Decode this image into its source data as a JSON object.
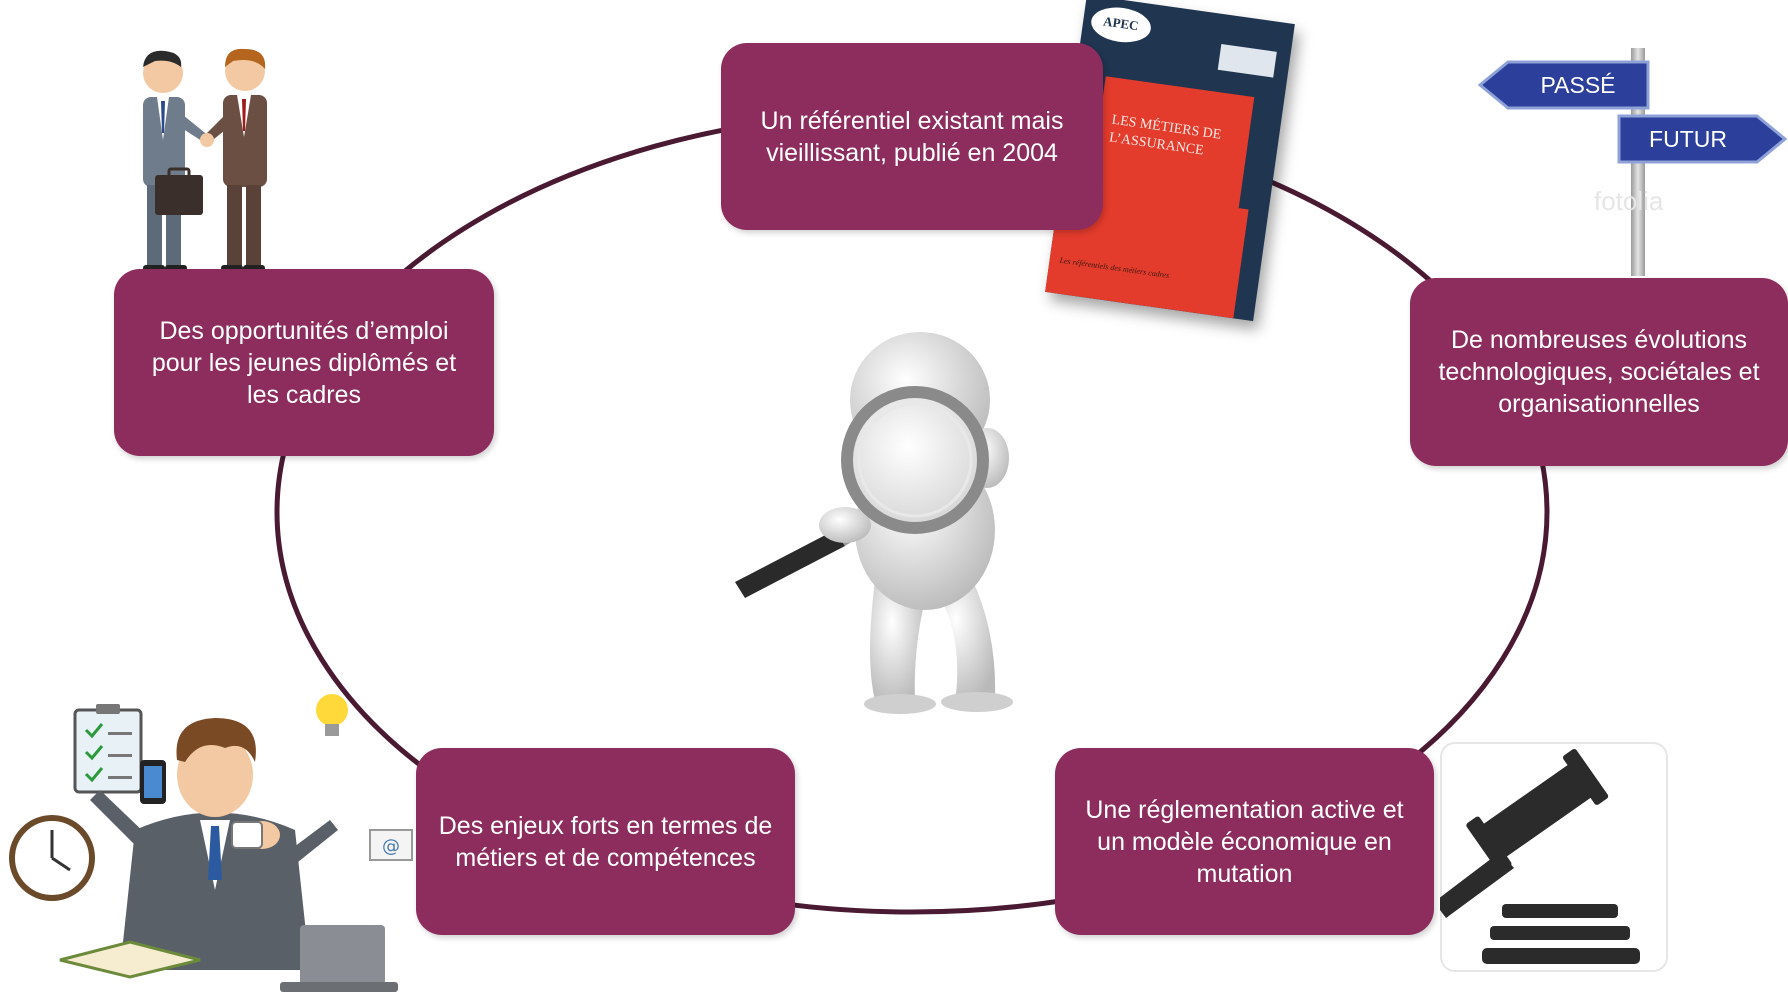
{
  "boxes": {
    "top": "Un référentiel existant mais vieillissant, publié en 2004",
    "left": "Des opportunités d’emploi pour les jeunes diplômés et les cadres",
    "right": "De nombreuses évolutions technologiques, sociétales et organisationnelles",
    "bottom_left": "Des enjeux forts en termes de métiers et de compétences",
    "bottom_right": "Une réglementation active et un modèle économique en mutation"
  },
  "signpost": {
    "past": "PASSÉ",
    "future": "FUTUR",
    "watermark": "fotolia"
  },
  "book": {
    "publisher": "APEC",
    "title": "LES MÉTIERS DE L’ASSURANCE",
    "footer": "Les référentiels des métiers cadres"
  },
  "colors": {
    "box": "#8c2d5e",
    "ring": "#4a1a33",
    "sign": "#2c3f9a"
  },
  "icons": [
    "handshake-illustration",
    "book-cover",
    "signpost-icon",
    "magnifier-figure",
    "multitask-illustration",
    "gavel-icon"
  ]
}
